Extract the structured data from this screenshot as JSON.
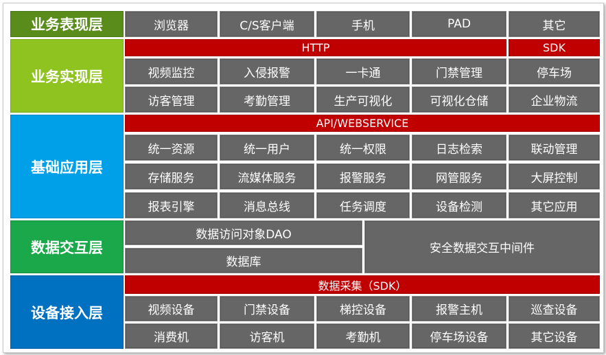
{
  "layers": {
    "presentation": "业务表现层",
    "implementation": "业务实现层",
    "application": "基础应用层",
    "data": "数据交互层",
    "device": "设备接入层"
  },
  "presentation": [
    "浏览器",
    "C/S客户端",
    "手机",
    "PAD",
    "其它"
  ],
  "implementation": {
    "http": "HTTP",
    "sdk": "SDK",
    "row1": [
      "视频监控",
      "入侵报警",
      "一卡通",
      "门禁管理",
      "停车场"
    ],
    "row2": [
      "访客管理",
      "考勤管理",
      "生产可视化",
      "可视化仓储",
      "企业物流"
    ]
  },
  "application": {
    "api": "API/WEBSERVICE",
    "row1": [
      "统一资源",
      "统一用户",
      "统一权限",
      "日志检索",
      "联动管理"
    ],
    "row2": [
      "存储服务",
      "流媒体服务",
      "报警服务",
      "网管服务",
      "大屏控制"
    ],
    "row3": [
      "报表引擎",
      "消息总线",
      "任务调度",
      "设备检测",
      "其它应用"
    ]
  },
  "data": {
    "dao": "数据访问对象DAO",
    "db": "数据库",
    "middleware": "安全数据交互中间件"
  },
  "device": {
    "collect": "数据采集（SDK）",
    "row1": [
      "视频设备",
      "门禁设备",
      "梯控设备",
      "报警主机",
      "巡查设备"
    ],
    "row2": [
      "消费机",
      "访客机",
      "考勤机",
      "停车场设备",
      "其它设备"
    ]
  }
}
